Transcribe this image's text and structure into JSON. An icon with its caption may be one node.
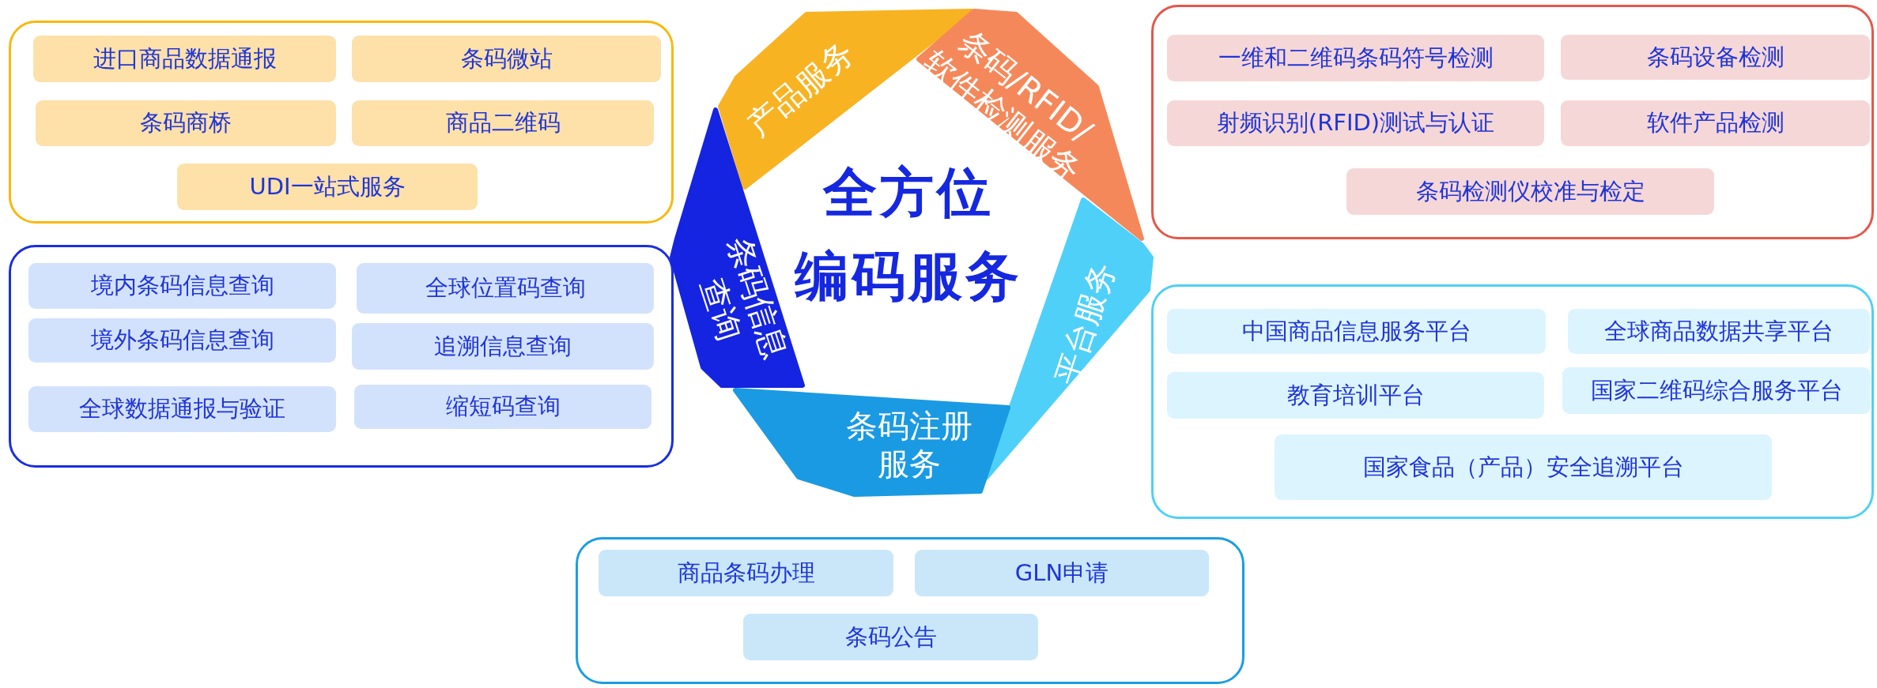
{
  "diagram": {
    "title": "全方位编码服务",
    "nodes": [
      {
        "text": [],
        "shape": "box"
      },
      {
        "text": [
          "进口商品数据通报"
        ],
        "in": 0
      },
      {
        "text": [
          "条码微站"
        ],
        "in": 0
      },
      {
        "text": [
          "条码商桥"
        ],
        "in": 0
      },
      {
        "text": [
          "商品二维码"
        ],
        "in": 0
      },
      {
        "text": [
          "UDI一站式服务"
        ],
        "in": 0
      },
      {
        "text": [],
        "shape": "box"
      },
      {
        "text": [
          "境内条码信息查询"
        ],
        "in": 6
      },
      {
        "text": [
          "全球位置码查询"
        ],
        "in": 6
      },
      {
        "text": [
          "境外条码信息查询"
        ],
        "in": 6
      },
      {
        "text": [
          "追溯信息查询"
        ],
        "in": 6
      },
      {
        "text": [
          "全球数据通报与验证"
        ],
        "in": 6
      },
      {
        "text": [
          "缩短码查询"
        ],
        "in": 6
      },
      {
        "text": [
          "产品服务"
        ]
      },
      {
        "text": [
          "条码/RFID/软件检测服务"
        ]
      },
      {
        "text": [
          "平台服务"
        ]
      },
      {
        "text": [
          "条码注册服务"
        ]
      },
      {
        "text": [
          "条码信息查询"
        ]
      },
      {
        "text": [],
        "shape": "box"
      },
      {
        "text": [
          "一维和二维码条码符号检测"
        ],
        "in": 18
      },
      {
        "text": [
          "条码设备检测"
        ],
        "in": 18
      },
      {
        "text": [
          "射频识别(RFID)测试与认证"
        ],
        "in": 18
      },
      {
        "text": [
          "软件产品检测"
        ],
        "in": 18
      },
      {
        "text": [
          "条码检测仪校准与检定"
        ],
        "in": 18
      },
      {
        "text": [],
        "shape": "box"
      },
      {
        "text": [
          "中国商品信息服务平台"
        ],
        "in": 24
      },
      {
        "text": [
          "全球商品数据共享平台"
        ],
        "in": 24
      },
      {
        "text": [
          "教育培训平台"
        ],
        "in": 24
      },
      {
        "text": [
          "国家二维码综合服务平台"
        ],
        "in": 24
      },
      {
        "text": [
          "国家食品（产品）安全追溯平台"
        ],
        "in": 24
      },
      {
        "text": [],
        "shape": "box"
      },
      {
        "text": [
          "商品条码办理"
        ],
        "in": 30
      },
      {
        "text": [
          "GLN申请"
        ],
        "in": 30
      },
      {
        "text": [
          "条码公告"
        ],
        "in": 30
      }
    ],
    "edges": []
  }
}
